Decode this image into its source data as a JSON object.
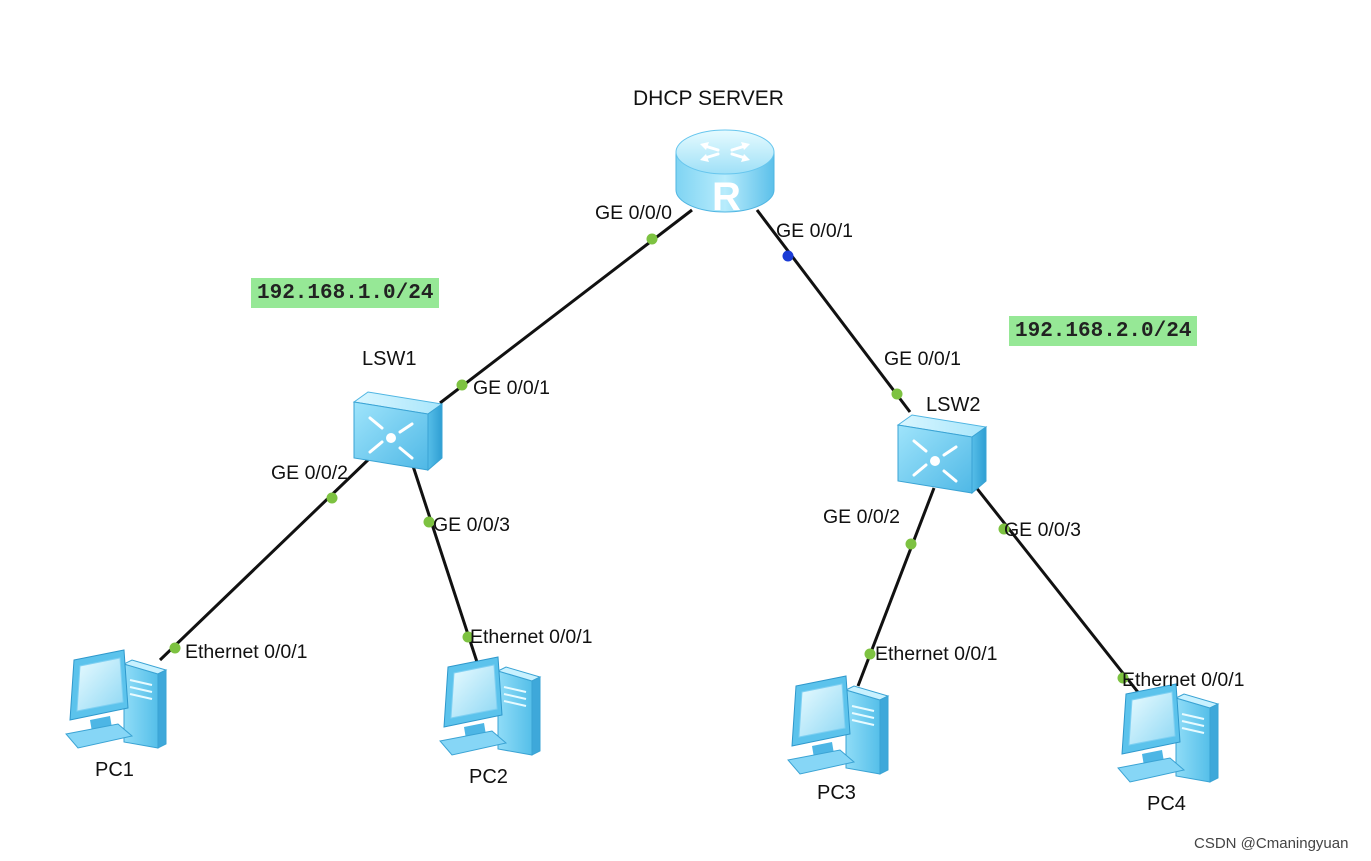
{
  "colors": {
    "link": "#111111",
    "port_up": "#7dc241",
    "port_blue": "#1a3bd6",
    "subnet_bg": "#96e896",
    "device_light": "#bfefff",
    "device_mid": "#6ccaf0",
    "device_dark": "#3aa9d8"
  },
  "router": {
    "title": "DHCP SERVER",
    "icon": "router-icon",
    "ports": [
      "GE 0/0/0",
      "GE 0/0/1"
    ]
  },
  "subnets": [
    "192.168.1.0/24",
    "192.168.2.0/24"
  ],
  "switches": [
    {
      "name": "LSW1",
      "icon": "switch-icon",
      "ports": [
        "GE 0/0/1",
        "GE 0/0/2",
        "GE 0/0/3"
      ]
    },
    {
      "name": "LSW2",
      "icon": "switch-icon",
      "ports": [
        "GE 0/0/1",
        "GE 0/0/2",
        "GE 0/0/3"
      ]
    }
  ],
  "pcs": [
    {
      "name": "PC1",
      "icon": "pc-icon",
      "port": "Ethernet 0/0/1"
    },
    {
      "name": "PC2",
      "icon": "pc-icon",
      "port": "Ethernet 0/0/1"
    },
    {
      "name": "PC3",
      "icon": "pc-icon",
      "port": "Ethernet 0/0/1"
    },
    {
      "name": "PC4",
      "icon": "pc-icon",
      "port": "Ethernet 0/0/1"
    }
  ],
  "watermark": "CSDN @Cmaningyuan"
}
